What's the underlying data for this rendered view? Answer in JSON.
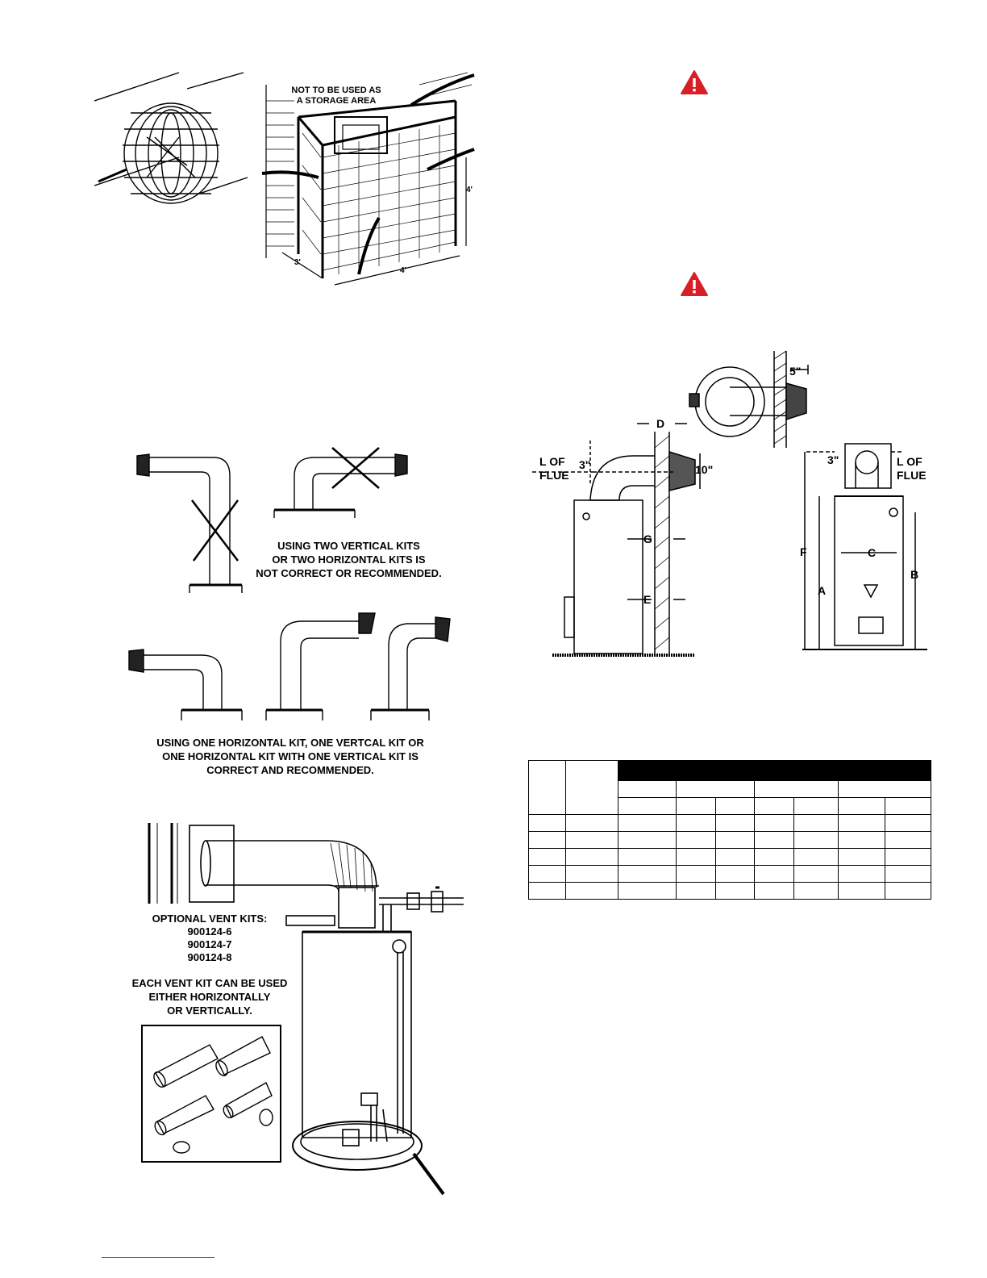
{
  "fig_storage": {
    "warning_label": "NOT TO BE USED AS\nA STORAGE AREA",
    "dim_height": "4'",
    "dim_depth": "3'",
    "dim_width": "4'"
  },
  "fig_kits_incorrect": {
    "caption": "USING TWO VERTICAL KITS\nOR TWO HORIZONTAL KITS IS\nNOT CORRECT OR RECOMMENDED."
  },
  "fig_kits_correct": {
    "caption": "USING ONE HORIZONTAL KIT, ONE VERTCAL KIT OR\nONE HORIZONTAL KIT WITH ONE VERTICAL KIT IS\nCORRECT AND RECOMMENDED."
  },
  "fig_optional": {
    "title": "OPTIONAL VENT KITS:",
    "kits": [
      "900124-6",
      "900124-7",
      "900124-8"
    ],
    "note": "EACH VENT KIT CAN BE USED\nEITHER HORIZONTALLY\nOR VERTICALLY."
  },
  "warnings": {
    "icon": "warning-triangle-icon",
    "color": "#d61f26"
  },
  "fig_dimensions": {
    "top_clearance": "5\"",
    "dim_d": "D",
    "cl_flue_left": "L OF\nFLUE",
    "cl_flue_right": "L OF\nFLUE",
    "dim_3_left": "3\"",
    "dim_3_right": "3\"",
    "dim_10": "10\"",
    "dim_g": "G",
    "dim_e": "E",
    "dim_c": "C",
    "dim_f": "F",
    "dim_a": "A",
    "dim_b": "B"
  },
  "spec_table": {
    "rows": 8,
    "cols": 9
  }
}
